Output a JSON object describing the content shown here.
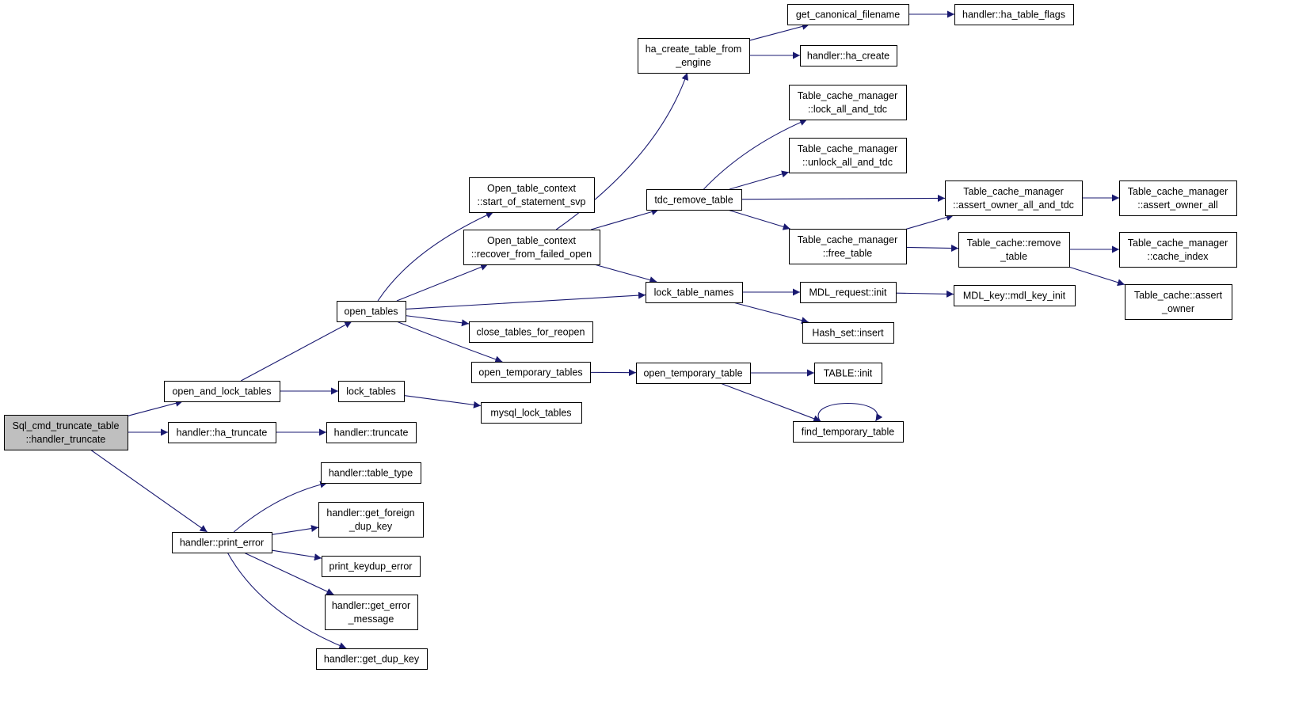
{
  "nodes": [
    {
      "id": "root",
      "lines": [
        "Sql_cmd_truncate_table",
        "::handler_truncate"
      ],
      "root": true
    },
    {
      "id": "open_and_lock_tables",
      "lines": [
        "open_and_lock_tables"
      ]
    },
    {
      "id": "handler_ha_truncate",
      "lines": [
        "handler::ha_truncate"
      ]
    },
    {
      "id": "handler_print_error",
      "lines": [
        "handler::print_error"
      ]
    },
    {
      "id": "open_tables",
      "lines": [
        "open_tables"
      ]
    },
    {
      "id": "lock_tables",
      "lines": [
        "lock_tables"
      ]
    },
    {
      "id": "handler_truncate",
      "lines": [
        "handler::truncate"
      ]
    },
    {
      "id": "handler_table_type",
      "lines": [
        "handler::table_type"
      ]
    },
    {
      "id": "handler_get_foreign_dup_key",
      "lines": [
        "handler::get_foreign",
        "_dup_key"
      ]
    },
    {
      "id": "print_keydup_error",
      "lines": [
        "print_keydup_error"
      ]
    },
    {
      "id": "handler_get_error_message",
      "lines": [
        "handler::get_error",
        "_message"
      ]
    },
    {
      "id": "handler_get_dup_key",
      "lines": [
        "handler::get_dup_key"
      ]
    },
    {
      "id": "otc_start_of_statement_svp",
      "lines": [
        "Open_table_context",
        "::start_of_statement_svp"
      ]
    },
    {
      "id": "otc_recover_from_failed_open",
      "lines": [
        "Open_table_context",
        "::recover_from_failed_open"
      ]
    },
    {
      "id": "close_tables_for_reopen",
      "lines": [
        "close_tables_for_reopen"
      ]
    },
    {
      "id": "open_temporary_tables",
      "lines": [
        "open_temporary_tables"
      ]
    },
    {
      "id": "mysql_lock_tables",
      "lines": [
        "mysql_lock_tables"
      ]
    },
    {
      "id": "ha_create_table_from_engine",
      "lines": [
        "ha_create_table_from",
        "_engine"
      ]
    },
    {
      "id": "tdc_remove_table",
      "lines": [
        "tdc_remove_table"
      ]
    },
    {
      "id": "lock_table_names",
      "lines": [
        "lock_table_names"
      ]
    },
    {
      "id": "open_temporary_table",
      "lines": [
        "open_temporary_table"
      ]
    },
    {
      "id": "get_canonical_filename",
      "lines": [
        "get_canonical_filename"
      ]
    },
    {
      "id": "handler_ha_create",
      "lines": [
        "handler::ha_create"
      ]
    },
    {
      "id": "tcm_lock_all_and_tdc",
      "lines": [
        "Table_cache_manager",
        "::lock_all_and_tdc"
      ]
    },
    {
      "id": "tcm_unlock_all_and_tdc",
      "lines": [
        "Table_cache_manager",
        "::unlock_all_and_tdc"
      ]
    },
    {
      "id": "tcm_free_table",
      "lines": [
        "Table_cache_manager",
        "::free_table"
      ]
    },
    {
      "id": "mdl_request_init",
      "lines": [
        "MDL_request::init"
      ]
    },
    {
      "id": "hash_set_insert",
      "lines": [
        "Hash_set::insert"
      ]
    },
    {
      "id": "table_init",
      "lines": [
        "TABLE::init"
      ]
    },
    {
      "id": "find_temporary_table",
      "lines": [
        "find_temporary_table"
      ]
    },
    {
      "id": "handler_ha_table_flags",
      "lines": [
        "handler::ha_table_flags"
      ]
    },
    {
      "id": "tcm_assert_owner_all_and_tdc",
      "lines": [
        "Table_cache_manager",
        "::assert_owner_all_and_tdc"
      ]
    },
    {
      "id": "table_cache_remove_table",
      "lines": [
        "Table_cache::remove",
        "_table"
      ]
    },
    {
      "id": "mdl_key_mdl_key_init",
      "lines": [
        "MDL_key::mdl_key_init"
      ]
    },
    {
      "id": "tcm_assert_owner_all",
      "lines": [
        "Table_cache_manager",
        "::assert_owner_all"
      ]
    },
    {
      "id": "tcm_cache_index",
      "lines": [
        "Table_cache_manager",
        "::cache_index"
      ]
    },
    {
      "id": "table_cache_assert_owner",
      "lines": [
        "Table_cache::assert",
        "_owner"
      ]
    }
  ],
  "edges": [
    [
      "root",
      "open_and_lock_tables"
    ],
    [
      "root",
      "handler_ha_truncate"
    ],
    [
      "root",
      "handler_print_error"
    ],
    [
      "open_and_lock_tables",
      "open_tables"
    ],
    [
      "open_and_lock_tables",
      "lock_tables"
    ],
    [
      "handler_ha_truncate",
      "handler_truncate"
    ],
    [
      "handler_print_error",
      "handler_table_type"
    ],
    [
      "handler_print_error",
      "handler_get_foreign_dup_key"
    ],
    [
      "handler_print_error",
      "print_keydup_error"
    ],
    [
      "handler_print_error",
      "handler_get_error_message"
    ],
    [
      "handler_print_error",
      "handler_get_dup_key"
    ],
    [
      "open_tables",
      "otc_start_of_statement_svp"
    ],
    [
      "open_tables",
      "otc_recover_from_failed_open"
    ],
    [
      "open_tables",
      "lock_table_names"
    ],
    [
      "open_tables",
      "close_tables_for_reopen"
    ],
    [
      "open_tables",
      "open_temporary_tables"
    ],
    [
      "lock_tables",
      "mysql_lock_tables"
    ],
    [
      "otc_recover_from_failed_open",
      "ha_create_table_from_engine"
    ],
    [
      "otc_recover_from_failed_open",
      "tdc_remove_table"
    ],
    [
      "otc_recover_from_failed_open",
      "lock_table_names"
    ],
    [
      "open_temporary_tables",
      "open_temporary_table"
    ],
    [
      "ha_create_table_from_engine",
      "get_canonical_filename"
    ],
    [
      "ha_create_table_from_engine",
      "handler_ha_create"
    ],
    [
      "get_canonical_filename",
      "handler_ha_table_flags"
    ],
    [
      "tdc_remove_table",
      "tcm_lock_all_and_tdc"
    ],
    [
      "tdc_remove_table",
      "tcm_unlock_all_and_tdc"
    ],
    [
      "tdc_remove_table",
      "tcm_assert_owner_all_and_tdc"
    ],
    [
      "tdc_remove_table",
      "tcm_free_table"
    ],
    [
      "tcm_free_table",
      "tcm_assert_owner_all_and_tdc"
    ],
    [
      "tcm_free_table",
      "table_cache_remove_table"
    ],
    [
      "tcm_assert_owner_all_and_tdc",
      "tcm_assert_owner_all"
    ],
    [
      "table_cache_remove_table",
      "tcm_cache_index"
    ],
    [
      "table_cache_remove_table",
      "table_cache_assert_owner"
    ],
    [
      "lock_table_names",
      "mdl_request_init"
    ],
    [
      "lock_table_names",
      "hash_set_insert"
    ],
    [
      "mdl_request_init",
      "mdl_key_mdl_key_init"
    ],
    [
      "open_temporary_table",
      "table_init"
    ],
    [
      "open_temporary_table",
      "find_temporary_table"
    ],
    [
      "find_temporary_table",
      "find_temporary_table"
    ]
  ]
}
